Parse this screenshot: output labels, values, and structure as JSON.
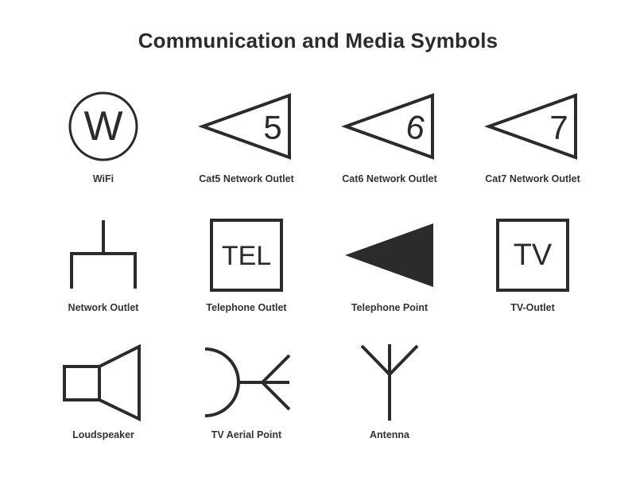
{
  "page": {
    "title": "Communication and Media Symbols",
    "background_color": "#ffffff",
    "stroke_color": "#2b2b2b",
    "label_color": "#333333"
  },
  "symbols": [
    {
      "id": "wifi",
      "icon": "circle-with-w-icon",
      "label": "WiFi",
      "glyph": "W",
      "style": "outline"
    },
    {
      "id": "cat5-network-outlet",
      "icon": "left-triangle-outline-5-icon",
      "label": "Cat5 Network Outlet",
      "glyph": "5",
      "style": "outline"
    },
    {
      "id": "cat6-network-outlet",
      "icon": "left-triangle-outline-6-icon",
      "label": "Cat6 Network Outlet",
      "glyph": "6",
      "style": "outline"
    },
    {
      "id": "cat7-network-outlet",
      "icon": "left-triangle-outline-7-icon",
      "label": "Cat7 Network Outlet",
      "glyph": "7",
      "style": "outline"
    },
    {
      "id": "network-outlet",
      "icon": "network-outlet-icon",
      "label": "Network Outlet",
      "glyph": "",
      "style": "outline"
    },
    {
      "id": "telephone-outlet",
      "icon": "square-with-tel-icon",
      "label": "Telephone Outlet",
      "glyph": "TEL",
      "style": "outline"
    },
    {
      "id": "telephone-point",
      "icon": "left-triangle-filled-icon",
      "label": "Telephone Point",
      "glyph": "",
      "style": "filled"
    },
    {
      "id": "tv-outlet",
      "icon": "square-with-tv-icon",
      "label": "TV-Outlet",
      "glyph": "TV",
      "style": "outline"
    },
    {
      "id": "loudspeaker",
      "icon": "loudspeaker-icon",
      "label": "Loudspeaker",
      "glyph": "",
      "style": "outline"
    },
    {
      "id": "tv-aerial-point",
      "icon": "tv-aerial-point-icon",
      "label": "TV Aerial Point",
      "glyph": "",
      "style": "outline"
    },
    {
      "id": "antenna",
      "icon": "antenna-icon",
      "label": "Antenna",
      "glyph": "",
      "style": "outline"
    }
  ]
}
